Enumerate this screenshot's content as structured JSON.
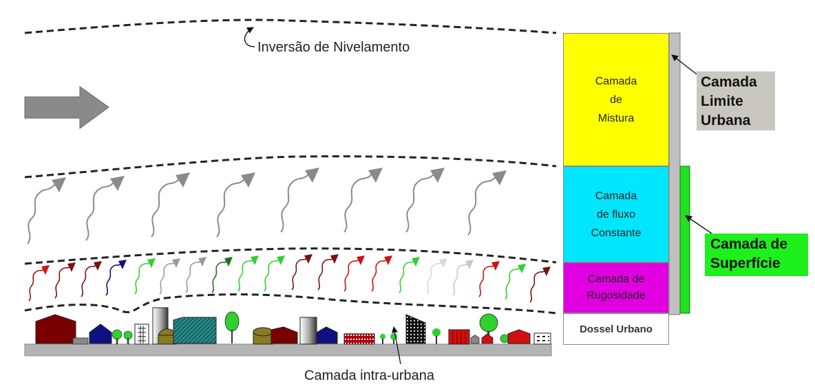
{
  "labels": {
    "inversion": "Inversão de Nivelamento",
    "intra_urban": "Camada intra-urbana"
  },
  "layers": {
    "mixing": {
      "lines": [
        "Camada",
        "de",
        "Mistura"
      ],
      "color": "#ffff00"
    },
    "constant_flux": {
      "lines": [
        "Camada",
        "de fluxo",
        "Constante"
      ],
      "color": "#00e6ff"
    },
    "roughness": {
      "lines": [
        "Camada de",
        "Rugosidade"
      ],
      "color": "#e000e0"
    },
    "canopy": {
      "lines": [
        "Dossel Urbano"
      ],
      "color": "#ffffff"
    }
  },
  "side_labels": {
    "urban_boundary": {
      "lines": [
        "Camada",
        "Limite",
        "Urbana"
      ],
      "color": "#c8c8c0"
    },
    "surface": {
      "lines": [
        "Camada de",
        "Superfície"
      ],
      "color": "#1ef01e"
    }
  },
  "colors": {
    "dashed_line": "#222222",
    "wind_arrow": "#8a8a8a",
    "ground": "#b4b4b4",
    "urban_boundary_bar": "#c0c0c0",
    "surface_bar": "#22e022"
  }
}
